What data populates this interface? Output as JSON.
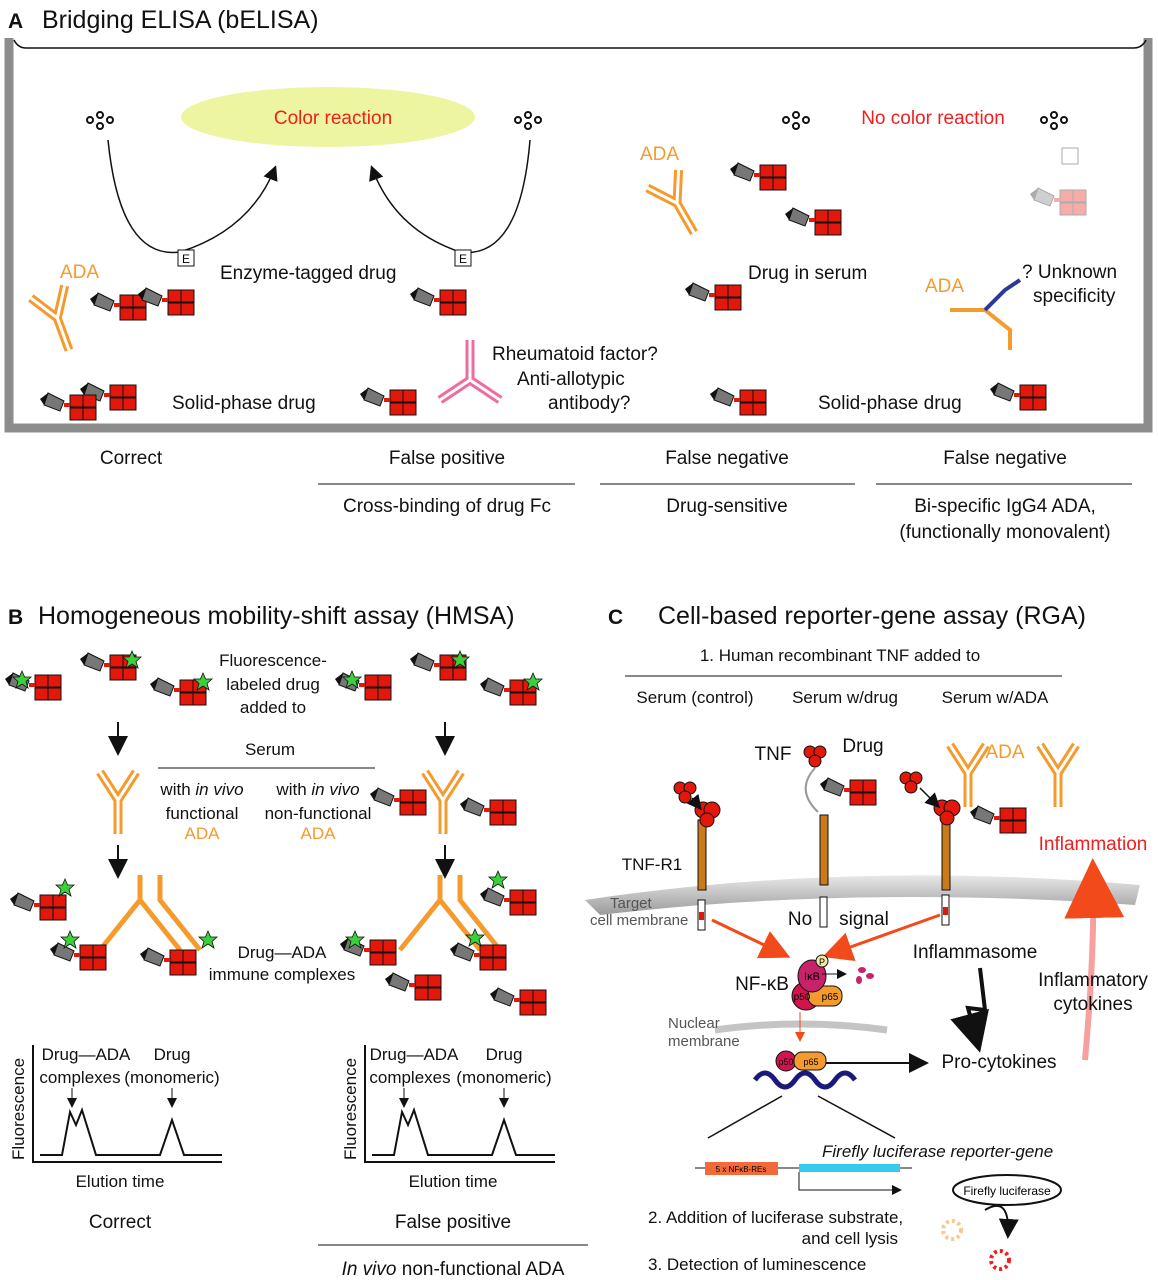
{
  "colors": {
    "drug_red": "#e3170a",
    "ada_orange": "#f59a2c",
    "rheumatoid_pink": "#f06ba0",
    "unknown_blue": "#2a3a9a",
    "color_reaction_fill": "#eef5a0",
    "alert_red": "#f01e1e",
    "reporter_cyan": "#33ccee",
    "re_box_orange": "#f26a3a"
  },
  "panelA": {
    "letter": "A",
    "title": "Bridging ELISA (bELISA)",
    "color_reaction": "Color reaction",
    "no_color_reaction": "No color reaction",
    "enzyme_tag": "E",
    "ada1": "ADA",
    "enzyme_tagged_drug": "Enzyme-tagged drug",
    "solid_phase_drug1": "Solid-phase drug",
    "rf1": "Rheumatoid factor?",
    "rf2": "Anti-allotypic",
    "rf3": "antibody?",
    "ada2": "ADA",
    "drug_in_serum": "Drug in serum",
    "solid_phase_drug2": "Solid-phase drug",
    "ada3": "ADA",
    "unknown1": "? Unknown",
    "unknown2": "specificity",
    "outcomes": [
      {
        "result": "Correct",
        "cause": []
      },
      {
        "result": "False positive",
        "cause": [
          "Cross-binding of drug Fc"
        ]
      },
      {
        "result": "False negative",
        "cause": [
          "Drug-sensitive"
        ]
      },
      {
        "result": "False negative",
        "cause": [
          "Bi-specific IgG4 ADA,",
          "(functionally monovalent)"
        ]
      }
    ]
  },
  "panelB": {
    "letter": "B",
    "title": "Homogeneous mobility-shift assay (HMSA)",
    "fl1": "Fluorescence-",
    "fl2": "labeled drug",
    "fl3": "added to",
    "serum": "Serum",
    "with": "with ",
    "in_vivo": "in vivo",
    "functional": "functional",
    "non_functional": "non-functional",
    "ada": "ADA",
    "complex1": "Drug—ADA",
    "complex2": "immune complexes",
    "graph": {
      "ylabel": "Fluorescence",
      "xlabel": "Elution time",
      "peak1a": "Drug—ADA",
      "peak1b": "complexes",
      "peak2a": "Drug",
      "peak2b": "(monomeric)"
    },
    "result_left": "Correct",
    "result_right": "False positive",
    "cause_right_italic": "In vivo",
    "cause_right_rest": " non-functional ADA"
  },
  "panelC": {
    "letter": "C",
    "title": "Cell-based reporter-gene assay (RGA)",
    "step1": "1. Human recombinant TNF added to",
    "columns": [
      "Serum (control)",
      "Serum w/drug",
      "Serum w/ADA"
    ],
    "tnf": "TNF",
    "drug": "Drug",
    "ada": "ADA",
    "tnf_r1": "TNF-R1",
    "inflammation": "Inflammation",
    "target1": "Target",
    "target2": "cell membrane",
    "no": "No",
    "signal": "signal",
    "inflammasome": "Inflammasome",
    "nfkb": "NF-κB",
    "p": "P",
    "ikb": "IκB",
    "p50": "p50",
    "p65": "p65",
    "cyt1": "Inflammatory",
    "cyt2": "cytokines",
    "nuc1": "Nuclear",
    "nuc2": "membrane",
    "procytokines": "Pro-cytokines",
    "reporter": "Firefly luciferase reporter-gene",
    "re_box": "5 x NFκB-REs",
    "luciferase": "Firefly luciferase",
    "step2a": "2. Addition of luciferase substrate,",
    "step2b": "and cell lysis",
    "step3": "3. Detection of luminescence"
  }
}
